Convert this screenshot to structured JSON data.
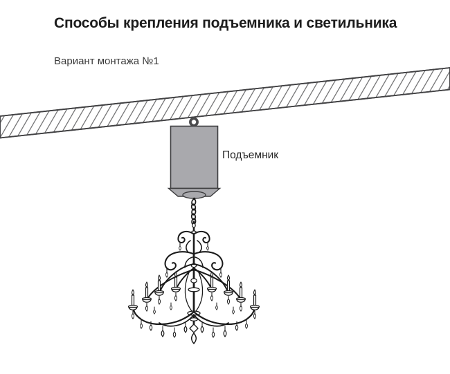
{
  "header": {
    "title": "Способы крепления подъемника и светильника",
    "subtitle": "Вариант монтажа №1"
  },
  "diagram": {
    "hoist_label": "Подъемник"
  },
  "theme": {
    "bg": "#ffffff",
    "ink": "#1b1b1b",
    "title_color": "#1c1c1c",
    "subtitle_color": "#3a3a3a",
    "label_color": "#262626",
    "beam_stroke": "#424244",
    "hatch": "#5a5a5c",
    "metal_fill": "#a9a9ad",
    "metal_stroke": "#3d3d3f",
    "ring": "#4b4b4d"
  }
}
